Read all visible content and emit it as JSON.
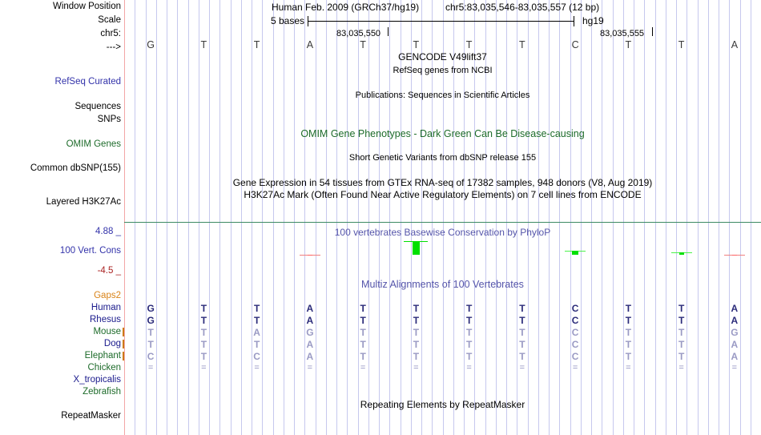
{
  "title": {
    "assembly": "Human Feb. 2009 (GRCh37/hg19)",
    "position": "chr5:83,035,546-83,035,557 (12 bp)"
  },
  "scale": {
    "label": "5 bases",
    "db": "hg19"
  },
  "ruler": {
    "chrom_label": "chr5:",
    "arrow": "--->",
    "tick_labels": [
      "83,035,550",
      "83,035,555"
    ],
    "bases": [
      "G",
      "T",
      "T",
      "A",
      "T",
      "T",
      "T",
      "T",
      "C",
      "T",
      "T",
      "A"
    ]
  },
  "left_labels": [
    {
      "text": "Window Position",
      "color": "black"
    },
    {
      "text": "Scale",
      "color": "black"
    },
    {
      "text": "chr5:",
      "color": "black"
    },
    {
      "text": "--->",
      "color": "black"
    },
    {
      "text": "RefSeq Curated",
      "color": "blue"
    },
    {
      "text": "Sequences",
      "color": "black"
    },
    {
      "text": "SNPs",
      "color": "black"
    },
    {
      "text": "OMIM Genes",
      "color": "green"
    },
    {
      "text": "Common dbSNP(155)",
      "color": "black"
    },
    {
      "text": "Layered H3K27Ac",
      "color": "black"
    },
    {
      "text": "4.88 _",
      "color": "blue"
    },
    {
      "text": "100 Vert. Cons",
      "color": "blue"
    },
    {
      "text": "-4.5 _",
      "color": "red"
    },
    {
      "text": "Gaps2",
      "color": "orange"
    },
    {
      "text": "RepeatMasker",
      "color": "black"
    }
  ],
  "track_titles": [
    {
      "text": "GENCODE V49lift37",
      "color": "black",
      "size": "md"
    },
    {
      "text": "RefSeq genes from NCBI",
      "color": "black",
      "size": "sm"
    },
    {
      "text": "Publications: Sequences in Scientific Articles",
      "color": "black",
      "size": "sm"
    },
    {
      "text": "OMIM Gene Phenotypes - Dark Green Can Be Disease-causing",
      "color": "green",
      "size": "lg"
    },
    {
      "text": "Short Genetic Variants from dbSNP release 155",
      "color": "black",
      "size": "sm"
    },
    {
      "text": "Gene Expression in 54 tissues from GTEx RNA-seq of 17382 samples, 948 donors (V8, Aug 2019)",
      "color": "black",
      "size": "md"
    },
    {
      "text": "H3K27Ac Mark (Often Found Near Active Regulatory Elements) on 7 cell lines from ENCODE",
      "color": "black",
      "size": "md"
    },
    {
      "text": "100 vertebrates Basewise Conservation by PhyloP",
      "color": "blue",
      "size": "md"
    },
    {
      "text": "Multiz Alignments of 100 Vertebrates",
      "color": "blue",
      "size": "lg"
    },
    {
      "text": "Repeating Elements by RepeatMasker",
      "color": "black",
      "size": "md"
    }
  ],
  "conservation": {
    "track_name": "100 vertebrates Basewise Conservation by PhyloP",
    "max": "4.88",
    "min": "-4.5",
    "values": [
      0,
      0,
      0,
      -0.4,
      0,
      3.2,
      0,
      0,
      1.0,
      0,
      0.5,
      -0.35
    ]
  },
  "multiz": {
    "track_name": "Multiz Alignments of 100 Vertebrates",
    "species": [
      {
        "name": "Human",
        "color": "blue"
      },
      {
        "name": "Rhesus",
        "color": "blue"
      },
      {
        "name": "Mouse",
        "color": "green"
      },
      {
        "name": "Dog",
        "color": "blue"
      },
      {
        "name": "Elephant",
        "color": "green"
      },
      {
        "name": "Chicken",
        "color": "green"
      },
      {
        "name": "X_tropicalis",
        "color": "blue"
      },
      {
        "name": "Zebrafish",
        "color": "green"
      }
    ],
    "rows": [
      {
        "species": "Human",
        "bases": [
          "G",
          "T",
          "T",
          "A",
          "T",
          "T",
          "T",
          "T",
          "C",
          "T",
          "T",
          "A"
        ],
        "strong": true
      },
      {
        "species": "Rhesus",
        "bases": [
          "G",
          "T",
          "T",
          "A",
          "T",
          "T",
          "T",
          "T",
          "C",
          "T",
          "T",
          "A"
        ],
        "strong": true
      },
      {
        "species": "Mouse",
        "bases": [
          "T",
          "T",
          "A",
          "G",
          "T",
          "T",
          "T",
          "T",
          "C",
          "T",
          "T",
          "G"
        ],
        "strong": false
      },
      {
        "species": "Dog",
        "bases": [
          "T",
          "T",
          "T",
          "A",
          "T",
          "T",
          "T",
          "T",
          "C",
          "T",
          "T",
          "A"
        ],
        "strong": false
      },
      {
        "species": "Elephant",
        "bases": [
          "C",
          "T",
          "C",
          "A",
          "T",
          "T",
          "T",
          "T",
          "C",
          "T",
          "T",
          "A"
        ],
        "strong": false
      },
      {
        "species": "Chicken",
        "bases": [
          "=",
          "=",
          "=",
          "=",
          "=",
          "=",
          "=",
          "=",
          "=",
          "=",
          "=",
          "="
        ],
        "strong": false
      },
      {
        "species": "X_tropicalis",
        "bases": [
          "",
          "",
          "",
          "",
          "",
          "",
          "",
          "",
          "",
          "",
          "",
          ""
        ],
        "strong": false
      },
      {
        "species": "Zebrafish",
        "bases": [
          "",
          "",
          "",
          "",
          "",
          "",
          "",
          "",
          "",
          "",
          "",
          ""
        ],
        "strong": false
      }
    ]
  },
  "colors": {
    "gridline": "#c6c8ee",
    "separator": "#3d8a63",
    "center_line": "#f2a6a6",
    "cons_positive": "#00e000",
    "cons_negative": "#ff6060",
    "gap_tick": "#cc7a16",
    "blue_label": "#3333aa",
    "green_label": "#1d6b2a",
    "orange_label": "#d98318",
    "red_label": "#aa2222"
  }
}
